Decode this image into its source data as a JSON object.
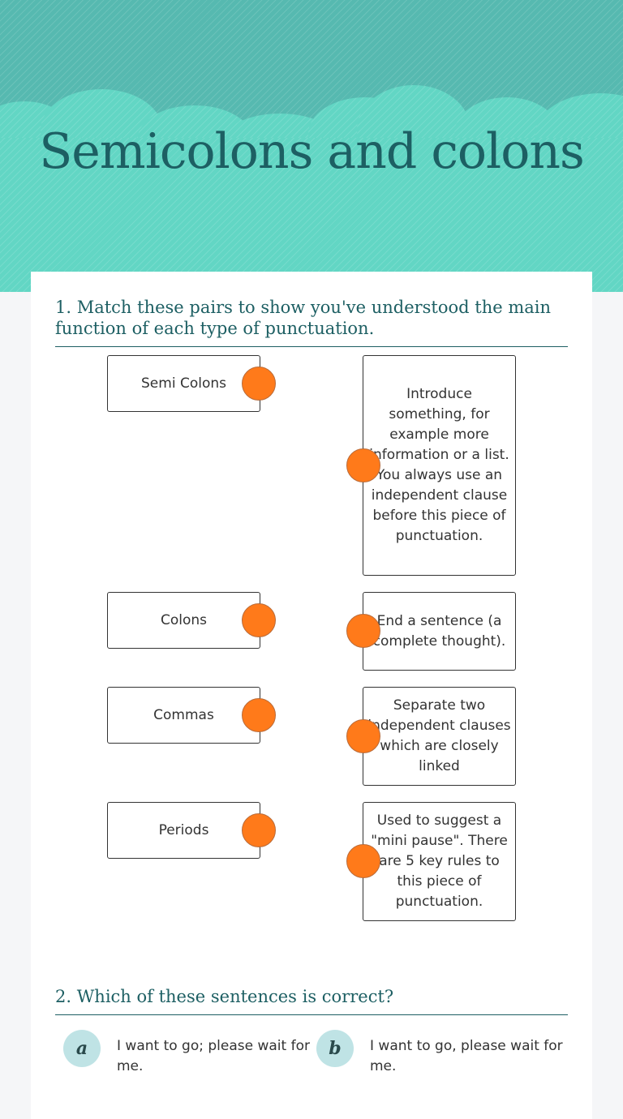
{
  "page": {
    "title": "Semicolons and colons"
  },
  "question1": {
    "title": "1. Match these pairs to show you've understood the main function of each type of punctuation.",
    "left_items": [
      "Semi Colons",
      "Colons",
      "Commas",
      "Periods"
    ],
    "right_items": [
      "Introduce something, for example more information or a list. You always use an independent clause before this piece of punctuation.",
      "End a sentence (a complete thought).",
      "Separate two independent clauses which are closely linked",
      "Used to suggest a \"mini pause\". There are 5 key rules to this piece of punctuation."
    ]
  },
  "question2": {
    "title": "2. Which of these sentences is correct?",
    "options": [
      {
        "letter": "a",
        "text": "I want to go; please wait for me."
      },
      {
        "letter": "b",
        "text": "I want to go, please wait for me."
      }
    ]
  },
  "colors": {
    "header_teal": "#62d6c4",
    "header_dark_teal": "#56b9b0",
    "title_color": "#1d5f63",
    "dot_orange": "#ff7a1a",
    "badge_bg": "#bfe3e5"
  }
}
